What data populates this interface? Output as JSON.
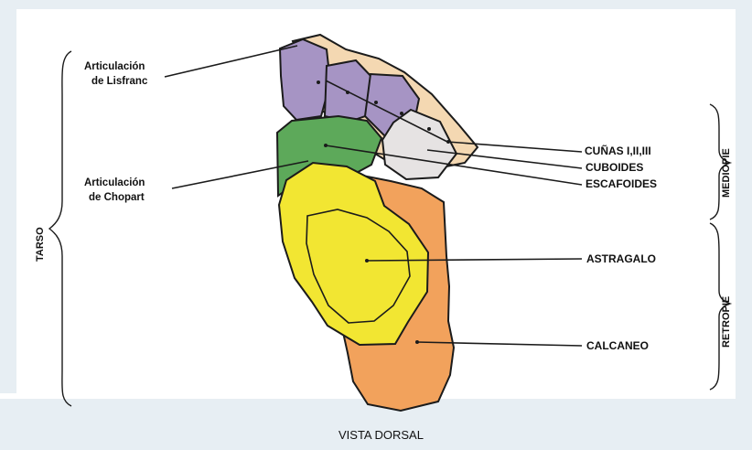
{
  "labels": {
    "lisfranc_1": "Articulación",
    "lisfranc_2": "de Lisfranc",
    "chopart_1": "Articulación",
    "chopart_2": "de Chopart",
    "cunas": "CUÑAS I,II,III",
    "cuboides": "CUBOIDES",
    "escafoides": "ESCAFOIDES",
    "astragalo": "ASTRAGALO",
    "calcaneo": "CALCANEO"
  },
  "side_labels": {
    "tarso": "TARSO",
    "mediopie": "MEDIOPIE",
    "retropie": "RETROPIE"
  },
  "caption": "VISTA DORSAL",
  "colors": {
    "frame": "#e7eef3",
    "cuneiform": "#a694c4",
    "cuboid": "#e6e3e3",
    "navicular": "#5da95a",
    "talus": "#f2e632",
    "calcaneus": "#f2a25c",
    "metatarsal": "#f4d8b2",
    "outline": "#1b1b1b"
  }
}
